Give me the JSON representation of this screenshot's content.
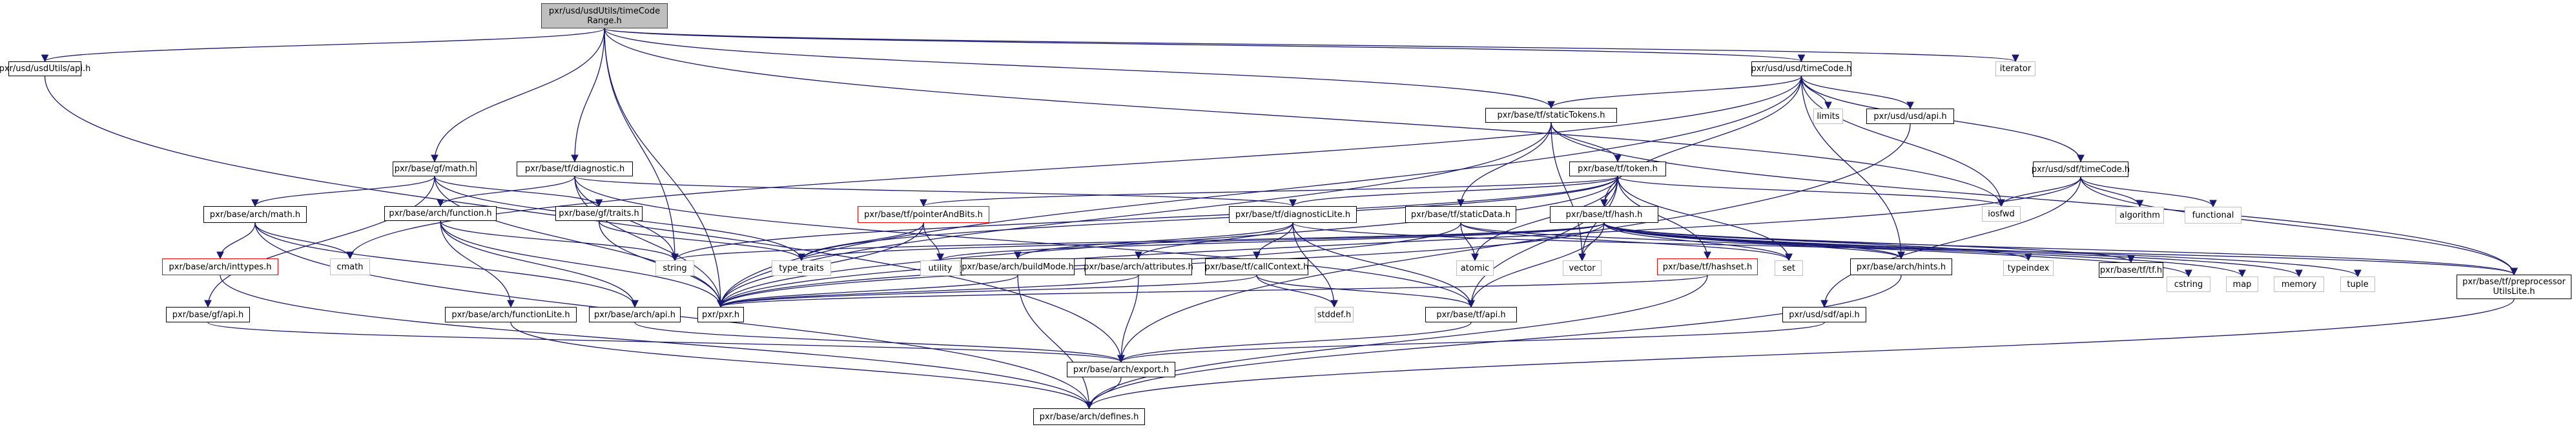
{
  "graph_title": "Include dependency graph for timeCodeRange.h",
  "root": "n0",
  "nodes": [
    {
      "id": "n0",
      "label": "pxr/usd/usdUtils/timeCode\nRange.h",
      "kind": "root"
    },
    {
      "id": "n1",
      "label": "pxr/usd/usdUtils/api.h",
      "kind": "normal"
    },
    {
      "id": "n2",
      "label": "pxr/usd/usd/timeCode.h",
      "kind": "normal"
    },
    {
      "id": "n3",
      "label": "iterator",
      "kind": "ext"
    },
    {
      "id": "n4",
      "label": "pxr/base/tf/staticTokens.h",
      "kind": "normal"
    },
    {
      "id": "n5",
      "label": "limits",
      "kind": "ext"
    },
    {
      "id": "n6",
      "label": "pxr/usd/usd/api.h",
      "kind": "normal"
    },
    {
      "id": "n7",
      "label": "pxr/base/gf/math.h",
      "kind": "normal"
    },
    {
      "id": "n8",
      "label": "pxr/base/tf/diagnostic.h",
      "kind": "normal"
    },
    {
      "id": "n9",
      "label": "pxr/base/tf/token.h",
      "kind": "normal"
    },
    {
      "id": "n10",
      "label": "pxr/usd/sdf/timeCode.h",
      "kind": "normal"
    },
    {
      "id": "n11",
      "label": "pxr/base/arch/math.h",
      "kind": "normal"
    },
    {
      "id": "n12",
      "label": "pxr/base/arch/function.h",
      "kind": "normal"
    },
    {
      "id": "n13",
      "label": "pxr/base/gf/traits.h",
      "kind": "normal"
    },
    {
      "id": "n14",
      "label": "pxr/base/tf/pointerAndBits.h",
      "kind": "red"
    },
    {
      "id": "n15",
      "label": "pxr/base/tf/diagnosticLite.h",
      "kind": "normal"
    },
    {
      "id": "n16",
      "label": "pxr/base/tf/staticData.h",
      "kind": "normal"
    },
    {
      "id": "n17",
      "label": "pxr/base/tf/hash.h",
      "kind": "normal"
    },
    {
      "id": "n18",
      "label": "iosfwd",
      "kind": "ext"
    },
    {
      "id": "n19",
      "label": "algorithm",
      "kind": "ext"
    },
    {
      "id": "n20",
      "label": "functional",
      "kind": "ext"
    },
    {
      "id": "n21",
      "label": "pxr/base/arch/inttypes.h",
      "kind": "red"
    },
    {
      "id": "n22",
      "label": "cmath",
      "kind": "ext"
    },
    {
      "id": "n23",
      "label": "string",
      "kind": "ext"
    },
    {
      "id": "n24",
      "label": "type_traits",
      "kind": "ext"
    },
    {
      "id": "n25",
      "label": "utility",
      "kind": "ext"
    },
    {
      "id": "n26",
      "label": "pxr/base/arch/buildMode.h",
      "kind": "normal"
    },
    {
      "id": "n27",
      "label": "pxr/base/arch/attributes.h",
      "kind": "normal"
    },
    {
      "id": "n28",
      "label": "pxr/base/tf/callContext.h",
      "kind": "normal"
    },
    {
      "id": "n29",
      "label": "atomic",
      "kind": "ext"
    },
    {
      "id": "n30",
      "label": "vector",
      "kind": "ext"
    },
    {
      "id": "n31",
      "label": "pxr/base/tf/hashset.h",
      "kind": "red"
    },
    {
      "id": "n32",
      "label": "set",
      "kind": "ext"
    },
    {
      "id": "n33",
      "label": "pxr/base/arch/hints.h",
      "kind": "normal"
    },
    {
      "id": "n34",
      "label": "typeindex",
      "kind": "ext"
    },
    {
      "id": "n35",
      "label": "pxr/base/tf/tf.h",
      "kind": "normal"
    },
    {
      "id": "n36",
      "label": "cstring",
      "kind": "ext"
    },
    {
      "id": "n37",
      "label": "map",
      "kind": "ext"
    },
    {
      "id": "n38",
      "label": "memory",
      "kind": "ext"
    },
    {
      "id": "n39",
      "label": "tuple",
      "kind": "ext"
    },
    {
      "id": "n40",
      "label": "pxr/base/tf/preprocessor\nUtilsLite.h",
      "kind": "normal"
    },
    {
      "id": "n41",
      "label": "pxr/base/gf/api.h",
      "kind": "normal"
    },
    {
      "id": "n42",
      "label": "pxr/base/arch/functionLite.h",
      "kind": "normal"
    },
    {
      "id": "n43",
      "label": "pxr/base/arch/api.h",
      "kind": "normal"
    },
    {
      "id": "n44",
      "label": "pxr/pxr.h",
      "kind": "normal"
    },
    {
      "id": "n45",
      "label": "stddef.h",
      "kind": "ext"
    },
    {
      "id": "n46",
      "label": "pxr/base/tf/api.h",
      "kind": "normal"
    },
    {
      "id": "n47",
      "label": "pxr/usd/sdf/api.h",
      "kind": "normal"
    },
    {
      "id": "n48",
      "label": "pxr/base/arch/export.h",
      "kind": "normal"
    },
    {
      "id": "n49",
      "label": "pxr/base/arch/defines.h",
      "kind": "normal"
    }
  ],
  "edges": [
    [
      "n0",
      "n1"
    ],
    [
      "n0",
      "n2"
    ],
    [
      "n0",
      "n3"
    ],
    [
      "n0",
      "n4"
    ],
    [
      "n0",
      "n7"
    ],
    [
      "n0",
      "n8"
    ],
    [
      "n0",
      "n23"
    ],
    [
      "n0",
      "n18"
    ],
    [
      "n0",
      "n44"
    ],
    [
      "n1",
      "n48"
    ],
    [
      "n2",
      "n4"
    ],
    [
      "n2",
      "n5"
    ],
    [
      "n2",
      "n6"
    ],
    [
      "n2",
      "n10"
    ],
    [
      "n2",
      "n17"
    ],
    [
      "n2",
      "n18"
    ],
    [
      "n2",
      "n22"
    ],
    [
      "n2",
      "n44"
    ],
    [
      "n2",
      "n33"
    ],
    [
      "n4",
      "n9"
    ],
    [
      "n4",
      "n16"
    ],
    [
      "n4",
      "n30"
    ],
    [
      "n4",
      "n44"
    ],
    [
      "n4",
      "n40"
    ],
    [
      "n6",
      "n48"
    ],
    [
      "n7",
      "n11"
    ],
    [
      "n7",
      "n13"
    ],
    [
      "n7",
      "n41"
    ],
    [
      "n7",
      "n24"
    ],
    [
      "n7",
      "n44"
    ],
    [
      "n8",
      "n12"
    ],
    [
      "n8",
      "n15"
    ],
    [
      "n8",
      "n23"
    ],
    [
      "n8",
      "n44"
    ],
    [
      "n8",
      "n46"
    ],
    [
      "n9",
      "n14"
    ],
    [
      "n9",
      "n15"
    ],
    [
      "n9",
      "n17"
    ],
    [
      "n9",
      "n18"
    ],
    [
      "n9",
      "n23"
    ],
    [
      "n9",
      "n24"
    ],
    [
      "n9",
      "n29"
    ],
    [
      "n9",
      "n30"
    ],
    [
      "n9",
      "n31"
    ],
    [
      "n9",
      "n32"
    ],
    [
      "n9",
      "n44"
    ],
    [
      "n9",
      "n46"
    ],
    [
      "n10",
      "n18"
    ],
    [
      "n10",
      "n19"
    ],
    [
      "n10",
      "n20"
    ],
    [
      "n10",
      "n47"
    ],
    [
      "n10",
      "n44"
    ],
    [
      "n10",
      "n40"
    ],
    [
      "n11",
      "n21"
    ],
    [
      "n11",
      "n22"
    ],
    [
      "n11",
      "n43"
    ],
    [
      "n11",
      "n49"
    ],
    [
      "n12",
      "n42"
    ],
    [
      "n12",
      "n23"
    ],
    [
      "n12",
      "n44"
    ],
    [
      "n12",
      "n43"
    ],
    [
      "n13",
      "n24"
    ],
    [
      "n13",
      "n44"
    ],
    [
      "n14",
      "n24"
    ],
    [
      "n14",
      "n25"
    ],
    [
      "n14",
      "n44"
    ],
    [
      "n15",
      "n26"
    ],
    [
      "n15",
      "n27"
    ],
    [
      "n15",
      "n28"
    ],
    [
      "n15",
      "n45"
    ],
    [
      "n15",
      "n46"
    ],
    [
      "n15",
      "n40"
    ],
    [
      "n16",
      "n29"
    ],
    [
      "n16",
      "n44"
    ],
    [
      "n16",
      "n33"
    ],
    [
      "n16",
      "n32"
    ],
    [
      "n17",
      "n30"
    ],
    [
      "n17",
      "n34"
    ],
    [
      "n17",
      "n35"
    ],
    [
      "n17",
      "n36"
    ],
    [
      "n17",
      "n37"
    ],
    [
      "n17",
      "n38"
    ],
    [
      "n17",
      "n39"
    ],
    [
      "n17",
      "n32"
    ],
    [
      "n17",
      "n33"
    ],
    [
      "n17",
      "n40"
    ],
    [
      "n17",
      "n25"
    ],
    [
      "n17",
      "n24"
    ],
    [
      "n17",
      "n23"
    ],
    [
      "n17",
      "n46"
    ],
    [
      "n17",
      "n44"
    ],
    [
      "n21",
      "n49"
    ],
    [
      "n26",
      "n44"
    ],
    [
      "n26",
      "n49"
    ],
    [
      "n27",
      "n48"
    ],
    [
      "n27",
      "n44"
    ],
    [
      "n28",
      "n44"
    ],
    [
      "n28",
      "n45"
    ],
    [
      "n28",
      "n46"
    ],
    [
      "n31",
      "n44"
    ],
    [
      "n31",
      "n49"
    ],
    [
      "n33",
      "n49"
    ],
    [
      "n40",
      "n49"
    ],
    [
      "n41",
      "n48"
    ],
    [
      "n42",
      "n49"
    ],
    [
      "n43",
      "n48"
    ],
    [
      "n46",
      "n48"
    ],
    [
      "n47",
      "n48"
    ],
    [
      "n48",
      "n49"
    ]
  ],
  "colors": {
    "edge": "#191970",
    "node_border": "#000000",
    "root_fill": "#bfbfbf",
    "external_border": "#bfbfbf",
    "undocumented_border": "#ff0000"
  }
}
